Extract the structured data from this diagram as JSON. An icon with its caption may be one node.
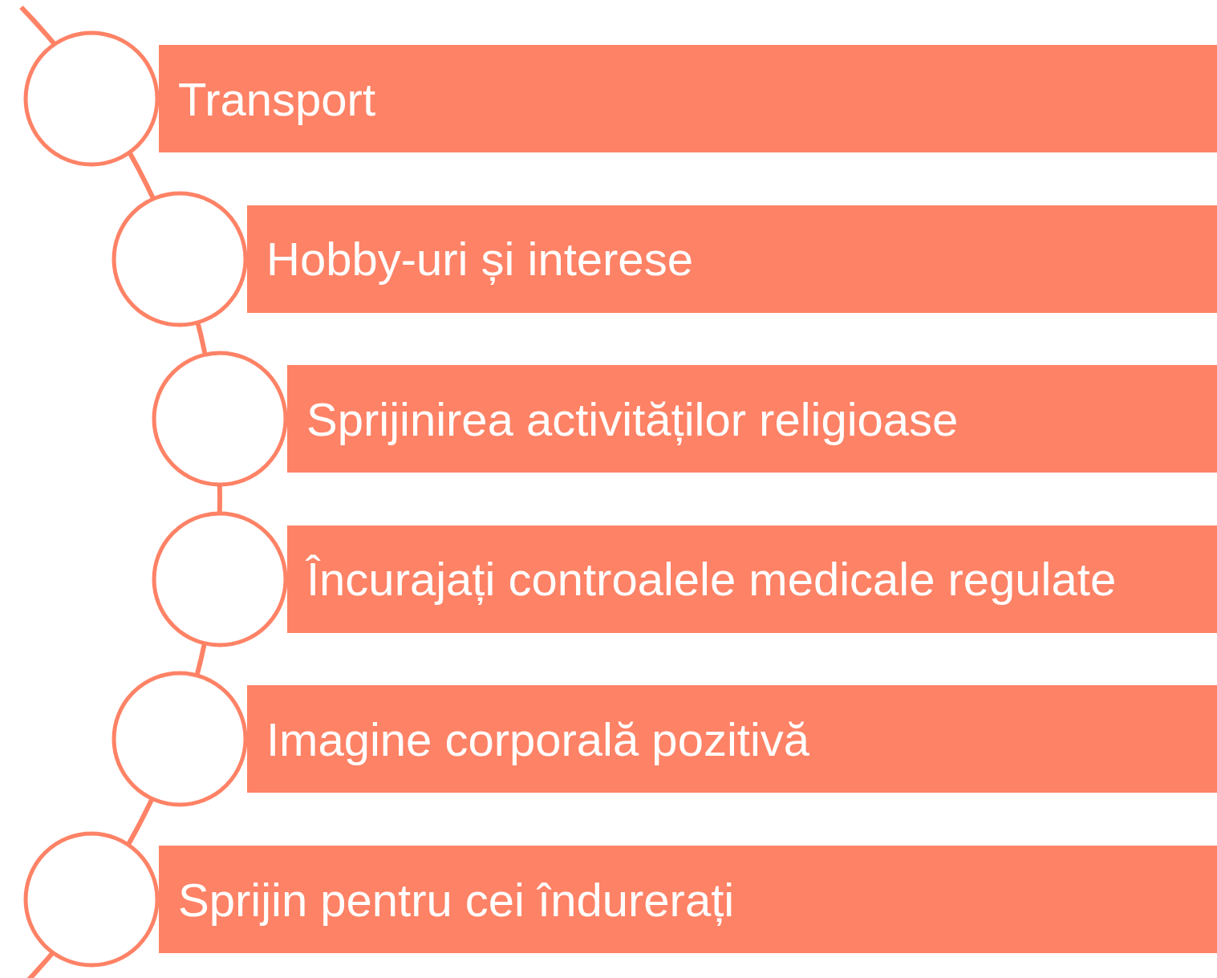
{
  "diagram": {
    "nodes": [
      {
        "text": [],
        "shape": "circle"
      },
      {
        "text": [
          "Transport"
        ]
      },
      {
        "text": [],
        "shape": "circle"
      },
      {
        "text": [
          "Hobby-uri și interese"
        ]
      },
      {
        "text": [],
        "shape": "circle"
      },
      {
        "text": [
          "Sprijinirea activităților religioase"
        ]
      },
      {
        "text": [],
        "shape": "circle"
      },
      {
        "text": [
          "Încurajați controalele medicale regulate"
        ]
      },
      {
        "text": [],
        "shape": "circle"
      },
      {
        "text": [
          "Imagine corporală pozitivă"
        ]
      },
      {
        "text": [],
        "shape": "circle"
      },
      {
        "text": [
          "Sprijin pentru cei îndurerați"
        ]
      }
    ]
  }
}
